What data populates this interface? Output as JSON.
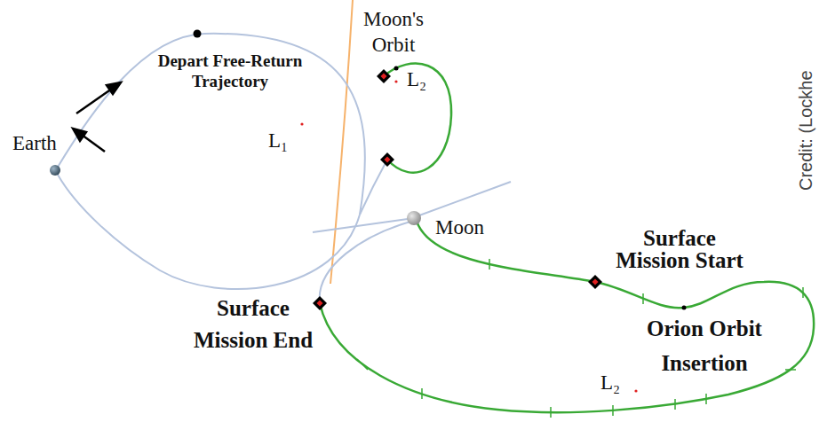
{
  "diagram": {
    "labels": [
      "Moon's Orbit",
      "Depart Free-Return Trajectory",
      "Earth",
      "L₂",
      "L₁",
      "Moon",
      "Surface Mission Start",
      "Surface Mission End",
      "Orion Orbit Insertion",
      "L₂",
      "Credit: (Lockhe"
    ]
  }
}
